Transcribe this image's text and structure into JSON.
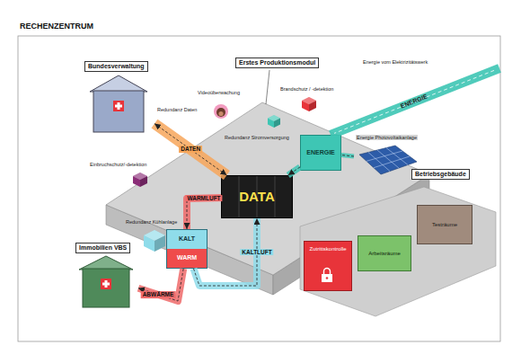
{
  "diagram": {
    "title": "RECHENZENTRUM",
    "nodes": [
      {
        "text": [
          "Bundesverwaltung"
        ]
      },
      {
        "text": [
          "Erstes Produktionsmodul"
        ]
      },
      {
        "text": [
          "ENERGIE"
        ],
        "in": 1
      },
      {
        "text": [
          "Energie Photovoltaikanlage"
        ],
        "in": 1
      },
      {
        "text": [
          "DATA"
        ],
        "in": 1
      },
      {
        "text": [
          "KALT",
          "WARM"
        ],
        "in": 1
      },
      {
        "text": [
          "Immobilien VBS"
        ]
      },
      {
        "text": [
          "Betriebsgebäude"
        ]
      },
      {
        "text": [
          "Testräume"
        ],
        "in": 7
      },
      {
        "text": [
          "Arbeitsräume"
        ],
        "in": 7
      },
      {
        "text": [
          "Zutrittskontrolle"
        ],
        "in": 7
      }
    ],
    "edges": [
      {
        "from": 0,
        "to": 4,
        "label": "DATEN",
        "arrow": "both"
      },
      {
        "from": 3,
        "to": 2,
        "arrow": "none"
      },
      {
        "from": 2,
        "to": 4,
        "arrow": "to"
      },
      {
        "from": 5,
        "to": 4,
        "label": "KALTLUFT",
        "arrow": "to"
      },
      {
        "from": 4,
        "to": 5,
        "label": "WARMLUFT",
        "arrow": "to"
      },
      {
        "from": 5,
        "to": 6,
        "label": "ABWÄRME",
        "arrow": "to"
      }
    ],
    "labels": [
      "Redundanz Daten",
      "Videoüberwachung",
      "Brandschutz / -detektion",
      "Energie vom Elektrizitätswerk",
      "ENERGIE",
      "Redundanz Stromversorgung",
      "Einbruchschutz/-detektion",
      "Redundanz Kühlanlage"
    ]
  }
}
